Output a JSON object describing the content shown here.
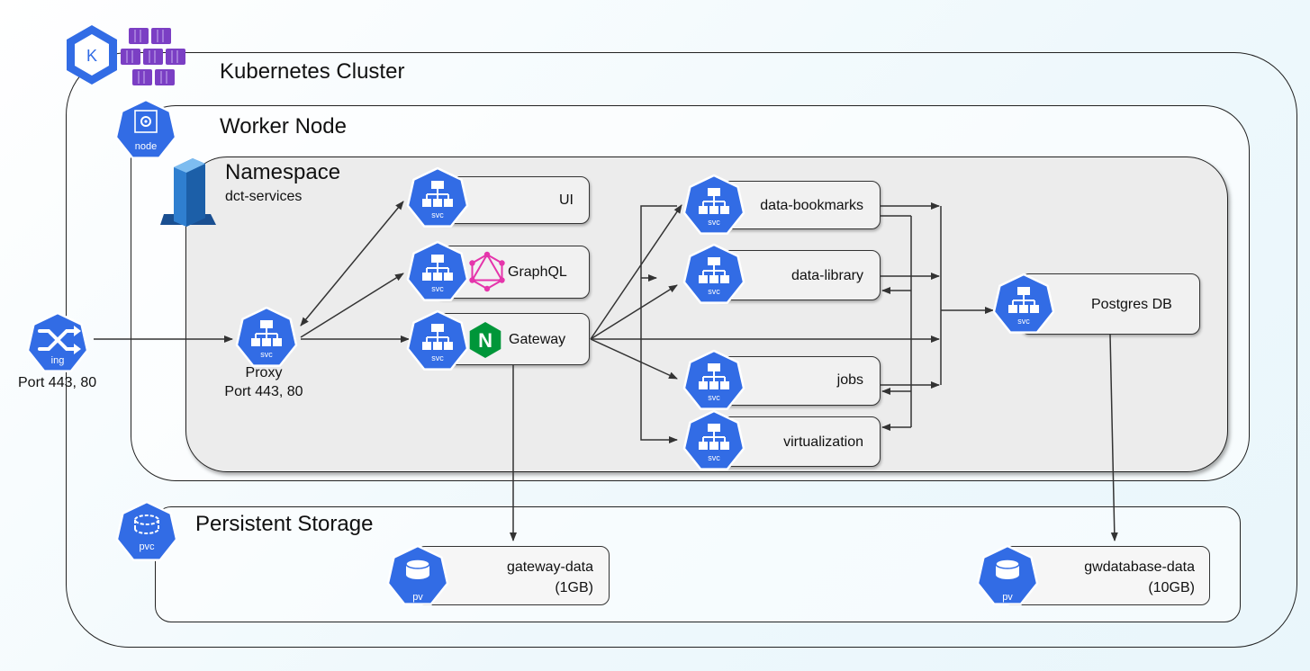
{
  "cluster": {
    "title": "Kubernetes Cluster"
  },
  "worker": {
    "title": "Worker Node",
    "icon_label": "node"
  },
  "namespace": {
    "title": "Namespace",
    "name": "dct-services"
  },
  "ingress": {
    "icon_label": "ing",
    "port": "Port 443, 80"
  },
  "proxy": {
    "icon_label": "svc",
    "name": "Proxy",
    "port": "Port 443, 80"
  },
  "services": {
    "ui": {
      "icon_label": "svc",
      "name": "UI"
    },
    "graphql": {
      "icon_label": "svc",
      "name": "GraphQL"
    },
    "gateway": {
      "icon_label": "svc",
      "name": "Gateway",
      "logo_letter": "N"
    },
    "data_bookmarks": {
      "icon_label": "svc",
      "name": "data-bookmarks"
    },
    "data_library": {
      "icon_label": "svc",
      "name": "data-library"
    },
    "jobs": {
      "icon_label": "svc",
      "name": "jobs"
    },
    "virtualization": {
      "icon_label": "svc",
      "name": "virtualization"
    },
    "postgres": {
      "icon_label": "svc",
      "name": "Postgres DB"
    }
  },
  "storage": {
    "title": "Persistent Storage",
    "icon_label": "pvc",
    "volumes": [
      {
        "icon_label": "pv",
        "name": "gateway-data",
        "size": "(1GB)"
      },
      {
        "icon_label": "pv",
        "name": "gwdatabase-data",
        "size": "(10GB)"
      }
    ]
  },
  "colors": {
    "k8s_blue": "#326ce5",
    "aks_purple": "#7b3fc4",
    "graphql_pink": "#e535ab",
    "nginx_green": "#009639",
    "namespace_blue": "#1e6fb8"
  }
}
